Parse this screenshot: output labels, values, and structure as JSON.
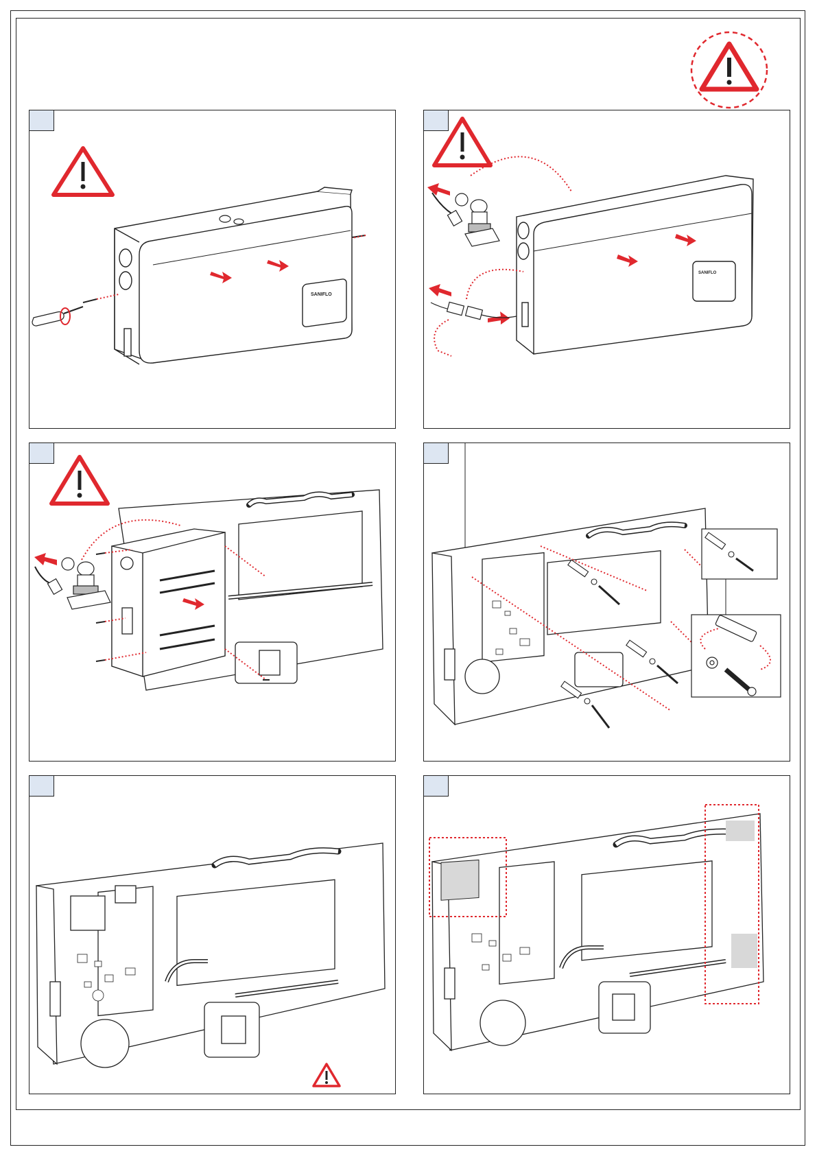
{
  "document": {
    "panels": [
      {
        "id": "step-1",
        "step_label": "",
        "label_text": ""
      },
      {
        "id": "step-2",
        "step_label": "",
        "label_text": ""
      },
      {
        "id": "step-3",
        "step_label": "",
        "label_text": ""
      },
      {
        "id": "step-4",
        "step_label": "",
        "label_text": ""
      },
      {
        "id": "step-5",
        "step_label": "",
        "label_text": ""
      },
      {
        "id": "step-6",
        "step_label": "",
        "label_text": ""
      }
    ],
    "logo_text": "SANIFLO",
    "colors": {
      "warning_red": "#e0282e",
      "line": "#222222",
      "tab_fill": "#dde6f2",
      "highlight_gray": "#d8d8d8"
    },
    "icons": [
      "warning-icon",
      "screwdriver-icon",
      "arrow-icon",
      "pressure-switch-icon",
      "screw-icon",
      "wall-plug-icon"
    ]
  }
}
